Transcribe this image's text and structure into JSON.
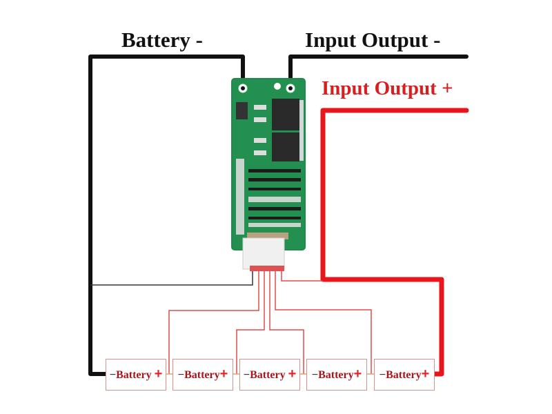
{
  "labels": {
    "battery_negative": "Battery -",
    "io_negative": "Input Output -",
    "io_positive": "Input Output +"
  },
  "colors": {
    "negative_wire": "#111111",
    "positive_wire": "#e8151b",
    "balance_wire": "#e04a4a",
    "pcb": "#1f8a4c",
    "positive_label": "#d81e1e"
  },
  "cells": [
    {
      "neg": "−",
      "name": "Battery",
      "pos": "+"
    },
    {
      "neg": "−",
      "name": "Battery",
      "pos": "+"
    },
    {
      "neg": "−",
      "name": "Battery",
      "pos": "+"
    },
    {
      "neg": "−",
      "name": "Battery",
      "pos": "+"
    },
    {
      "neg": "−",
      "name": "Battery",
      "pos": "+"
    }
  ],
  "board": {
    "description": "5S BMS protection board",
    "balance_pins": 6
  }
}
